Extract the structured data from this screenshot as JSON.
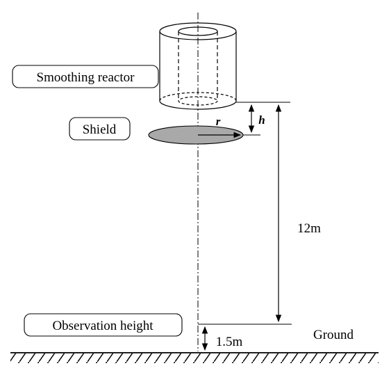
{
  "labels": {
    "reactor": "Smoothing reactor",
    "shield": "Shield",
    "observation": "Observation height",
    "ground": "Ground",
    "distance_12m": "12m",
    "distance_1_5m": "1.5m",
    "radius_var": "r",
    "height_var": "h"
  },
  "colors": {
    "shield_fill": "#a9a9a9",
    "line": "#000000"
  }
}
